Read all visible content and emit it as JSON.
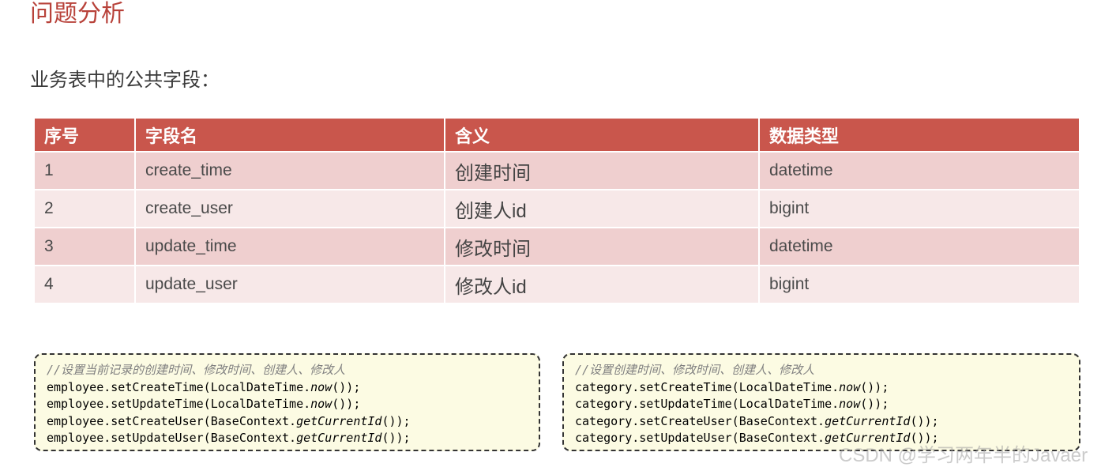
{
  "title": "问题分析",
  "subtitle": "业务表中的公共字段：",
  "table": {
    "headers": [
      "序号",
      "字段名",
      "含义",
      "数据类型"
    ],
    "rows": [
      [
        "1",
        "create_time",
        "创建时间",
        "datetime"
      ],
      [
        "2",
        "create_user",
        "创建人id",
        "bigint"
      ],
      [
        "3",
        "update_time",
        "修改时间",
        "datetime"
      ],
      [
        "4",
        "update_user",
        "修改人id",
        "bigint"
      ]
    ]
  },
  "code_left": {
    "comment": "//设置当前记录的创建时间、修改时间、创建人、修改人",
    "lines": [
      {
        "pre": "employee.setCreateTime(LocalDateTime.",
        "it": "now",
        "post": "());"
      },
      {
        "pre": "employee.setUpdateTime(LocalDateTime.",
        "it": "now",
        "post": "());"
      },
      {
        "pre": "employee.setCreateUser(BaseContext.",
        "it": "getCurrentId",
        "post": "());"
      },
      {
        "pre": "employee.setUpdateUser(BaseContext.",
        "it": "getCurrentId",
        "post": "());"
      }
    ]
  },
  "code_right": {
    "comment": "//设置创建时间、修改时间、创建人、修改人",
    "lines": [
      {
        "pre": "category.setCreateTime(LocalDateTime.",
        "it": "now",
        "post": "());"
      },
      {
        "pre": "category.setUpdateTime(LocalDateTime.",
        "it": "now",
        "post": "());"
      },
      {
        "pre": "category.setCreateUser(BaseContext.",
        "it": "getCurrentId",
        "post": "());"
      },
      {
        "pre": "category.setUpdateUser(BaseContext.",
        "it": "getCurrentId",
        "post": "());"
      }
    ]
  },
  "watermark": "CSDN @学习两年半的Javaer",
  "colors": {
    "title": "#b8423a",
    "header_bg": "#c9564c",
    "row_odd": "#efcfcf",
    "row_even": "#f7e8e8",
    "code_bg": "#fcfbe3"
  }
}
